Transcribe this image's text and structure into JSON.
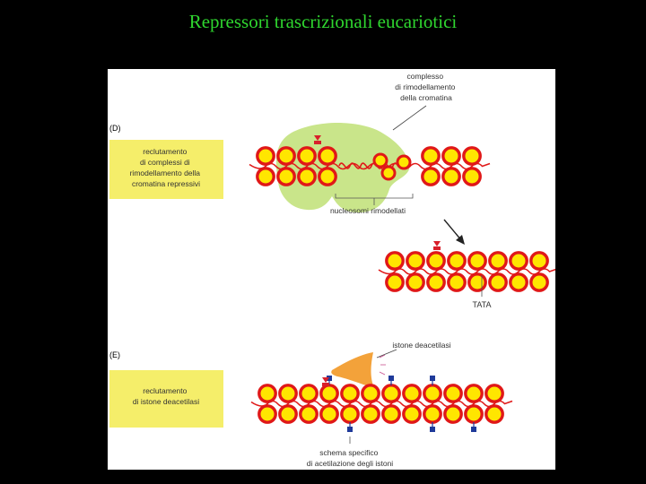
{
  "slide": {
    "title": "Repressori trascrizionali eucariotici"
  },
  "panel_d": {
    "letter": "(D)",
    "box_lines": [
      "reclutamento",
      "di complessi di",
      "rimodellamento della",
      "cromatina repressivi"
    ],
    "complex_label_lines": [
      "complesso",
      "di rimodellamento",
      "della cromatina"
    ],
    "remodeled_label": "nucleosomi rimodellati",
    "tata_label": "TATA"
  },
  "panel_e": {
    "letter": "(E)",
    "box_lines": [
      "reclutamento",
      "di istone deacetilasi"
    ],
    "deacetylase_label": "istone deacetilasi",
    "pattern_label_lines": [
      "schema specifico",
      "di acetilazione degli istoni"
    ]
  },
  "colors": {
    "title": "#2fd62f",
    "box_fill": "#f5ee6a",
    "nucleosome_fill": "#ffe600",
    "nucleosome_ring": "#e01818",
    "dna": "#e01818",
    "complex": "#c9e58a",
    "deacetylase": "#f3a23a",
    "acetyl_mark": "#1f3a9a"
  }
}
